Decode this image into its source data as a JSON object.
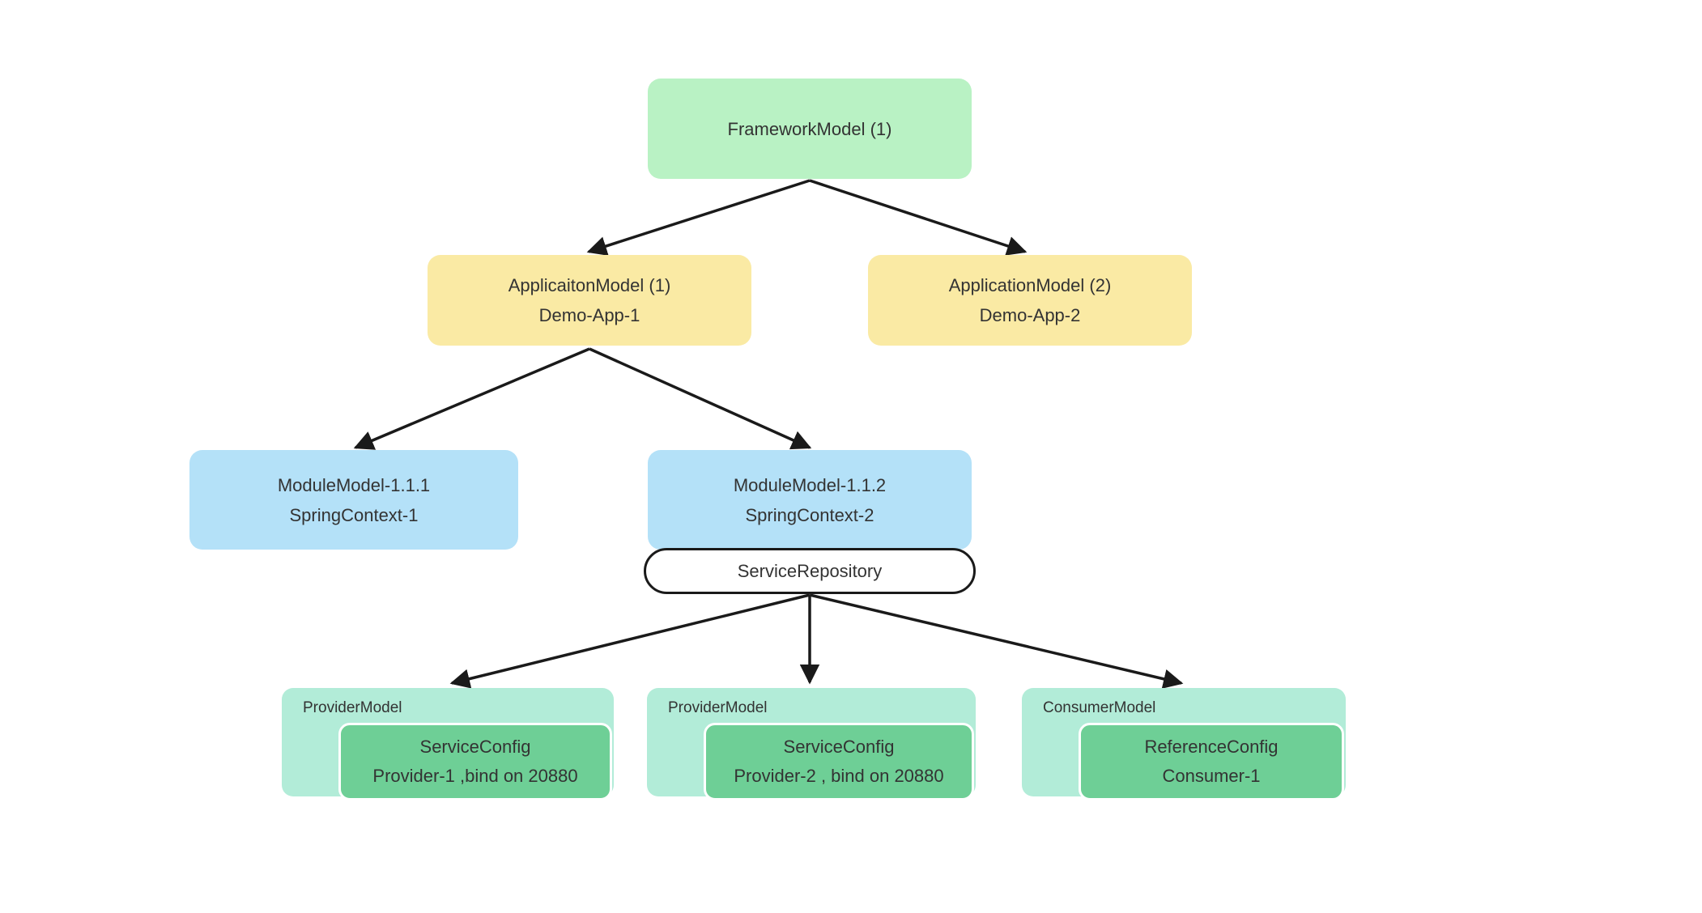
{
  "diagram": {
    "nodes": {
      "framework": {
        "line1": "FrameworkModel (1)"
      },
      "app1": {
        "line1": "ApplicaitonModel (1)",
        "line2": "Demo-App-1"
      },
      "app2": {
        "line1": "ApplicationModel (2)",
        "line2": "Demo-App-2"
      },
      "module1": {
        "line1": "ModuleModel-1.1.1",
        "line2": "SpringContext-1"
      },
      "module2": {
        "line1": "ModuleModel-1.1.2",
        "line2": "SpringContext-2"
      },
      "service_repository": {
        "label": "ServiceRepository"
      },
      "provider1": {
        "container_label": "ProviderModel",
        "line1": "ServiceConfig",
        "line2": "Provider-1 ,bind on 20880"
      },
      "provider2": {
        "container_label": "ProviderModel",
        "line1": "ServiceConfig",
        "line2": "Provider-2 , bind on 20880"
      },
      "consumer1": {
        "container_label": "ConsumerModel",
        "line1": "ReferenceConfig",
        "line2": "Consumer-1"
      }
    },
    "edges": [
      {
        "from": "framework",
        "to": "app1"
      },
      {
        "from": "framework",
        "to": "app2"
      },
      {
        "from": "app1",
        "to": "module1"
      },
      {
        "from": "app1",
        "to": "module2"
      },
      {
        "from": "service_repository",
        "to": "provider1"
      },
      {
        "from": "service_repository",
        "to": "provider2"
      },
      {
        "from": "service_repository",
        "to": "consumer1"
      }
    ],
    "colors": {
      "framework_fill": "#b9f2c4",
      "application_fill": "#faeaa4",
      "module_fill": "#b4e1f8",
      "model_container_fill": "#b2ecd8",
      "config_fill": "#6ecf96",
      "repository_fill": "#ffffff",
      "border": "#1a1a1a",
      "text": "#333333"
    }
  }
}
